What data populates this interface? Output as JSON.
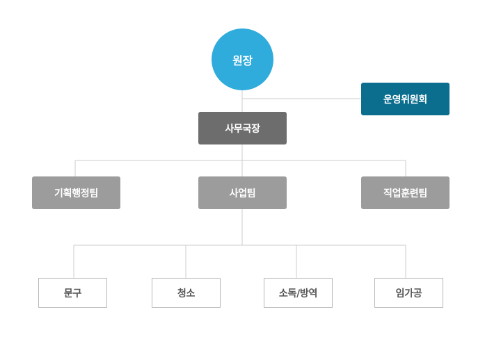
{
  "org_chart": {
    "director": "원장",
    "committee": "운영위원회",
    "secretary_general": "사무국장",
    "teams": [
      {
        "label": "기획행정팀"
      },
      {
        "label": "사업팀"
      },
      {
        "label": "직업훈련팀"
      }
    ],
    "units": [
      {
        "label": "문구"
      },
      {
        "label": "청소"
      },
      {
        "label": "소독/방역"
      },
      {
        "label": "임가공"
      }
    ]
  },
  "colors": {
    "director": "#2fabdc",
    "committee": "#0b6e8e",
    "secretary_general": "#6d6d6d",
    "team": "#9c9c9c",
    "unit_border": "#b8b8b8",
    "connector": "#cccccc"
  }
}
